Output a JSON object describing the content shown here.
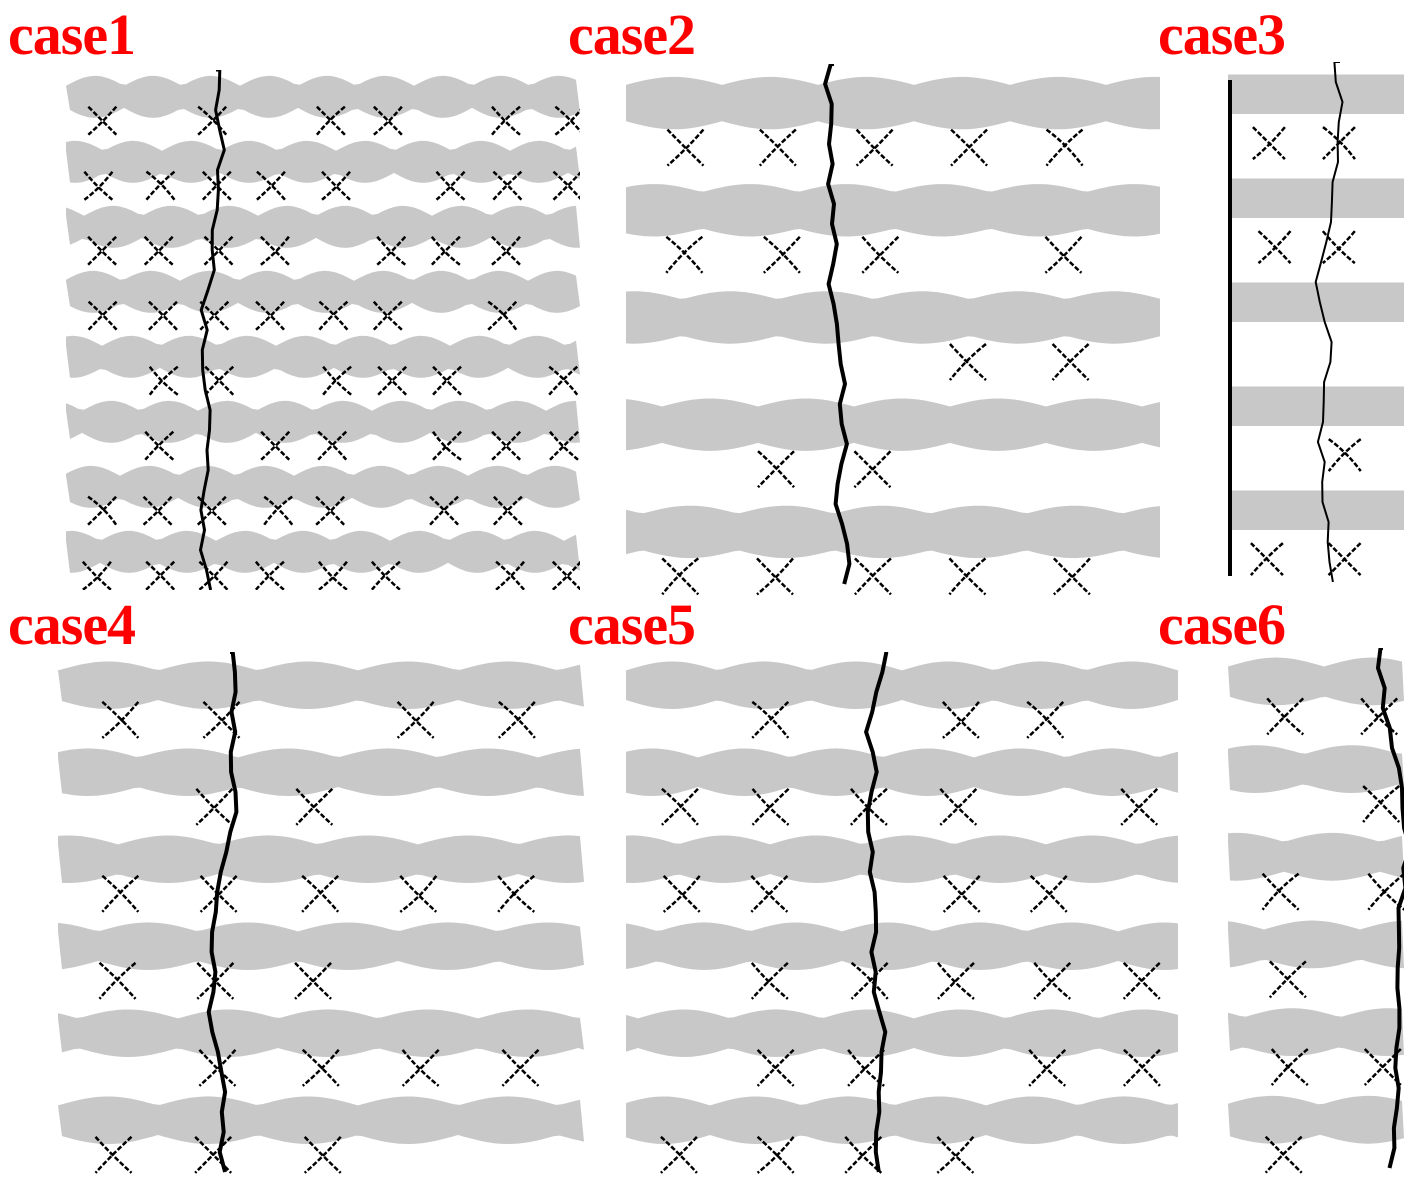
{
  "labels": {
    "case1": "case1",
    "case2": "case2",
    "case3": "case3",
    "case4": "case4",
    "case5": "case5",
    "case6": "case6"
  },
  "colors": {
    "label": "#ff0000",
    "matrix": "#c8c8c8",
    "crack": "#000000",
    "background": "#ffffff"
  },
  "panels": [
    {
      "id": "case1",
      "pattern": "wavy-dense",
      "rows": 8,
      "main_crack": true
    },
    {
      "id": "case2",
      "pattern": "wavy-bands",
      "rows": 5,
      "main_crack": true
    },
    {
      "id": "case3",
      "pattern": "straight-bands",
      "rows": 5,
      "main_crack": true
    },
    {
      "id": "case4",
      "pattern": "wavy-bands",
      "rows": 6,
      "main_crack": true
    },
    {
      "id": "case5",
      "pattern": "wavy-bands",
      "rows": 6,
      "main_crack": true
    },
    {
      "id": "case6",
      "pattern": "wavy-bands",
      "rows": 6,
      "main_crack": true
    }
  ]
}
